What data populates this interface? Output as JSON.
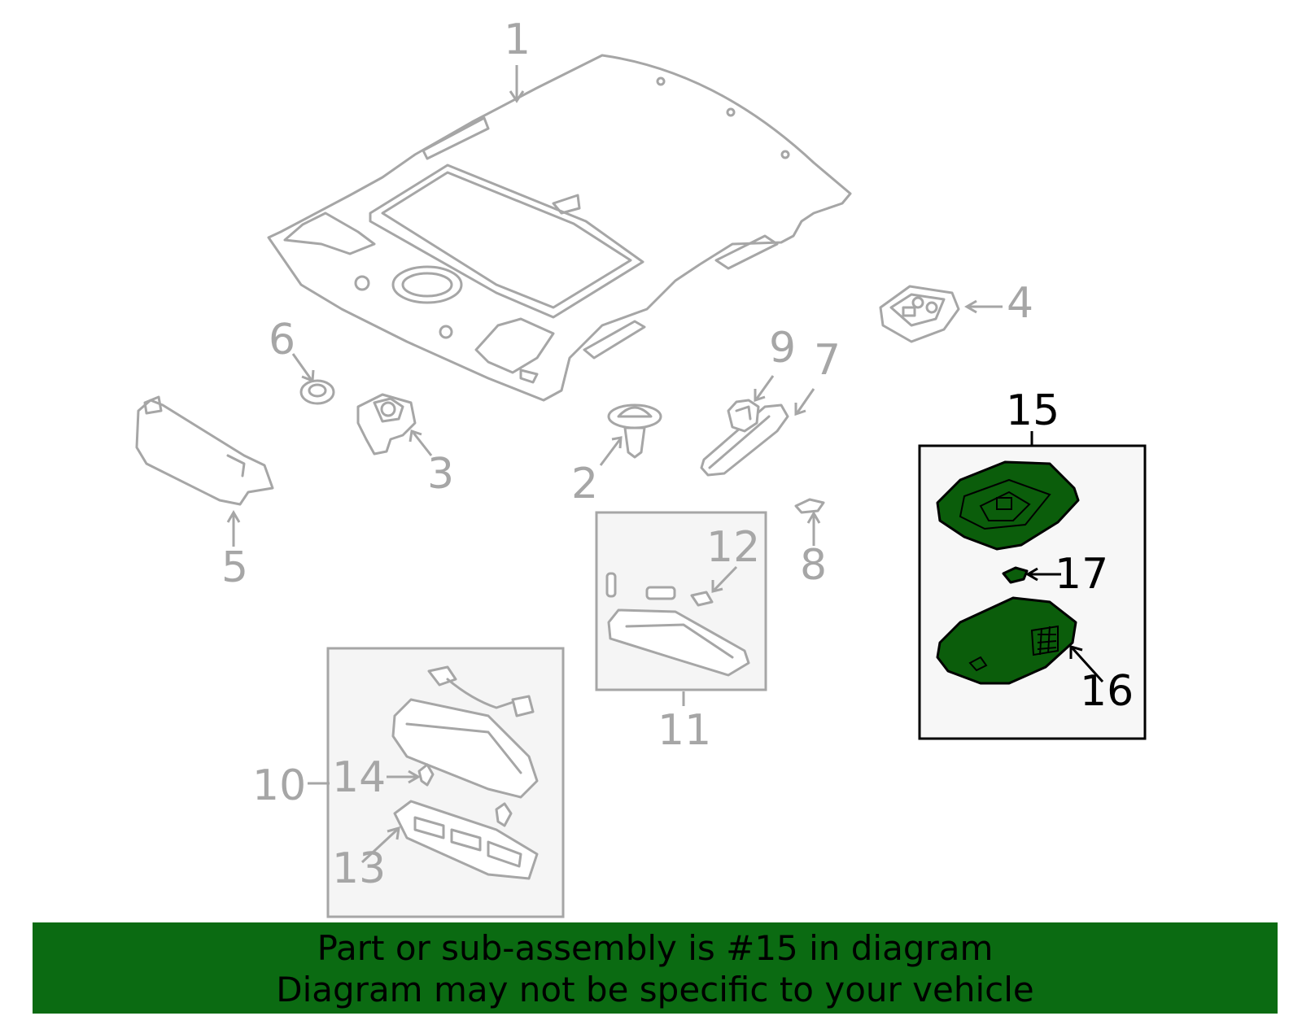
{
  "callouts": {
    "c1": "1",
    "c2": "2",
    "c3": "3",
    "c4": "4",
    "c5": "5",
    "c6": "6",
    "c7": "7",
    "c8": "8",
    "c9": "9",
    "c10": "10",
    "c11": "11",
    "c12": "12",
    "c13": "13",
    "c14": "14",
    "c15": "15",
    "c16": "16",
    "c17": "17"
  },
  "highlight": {
    "part": "15",
    "color": "#0b6b12"
  },
  "banner": {
    "line1": "Part or sub-assembly is #15 in diagram",
    "line2": "Diagram may not be specific to your vehicle"
  }
}
